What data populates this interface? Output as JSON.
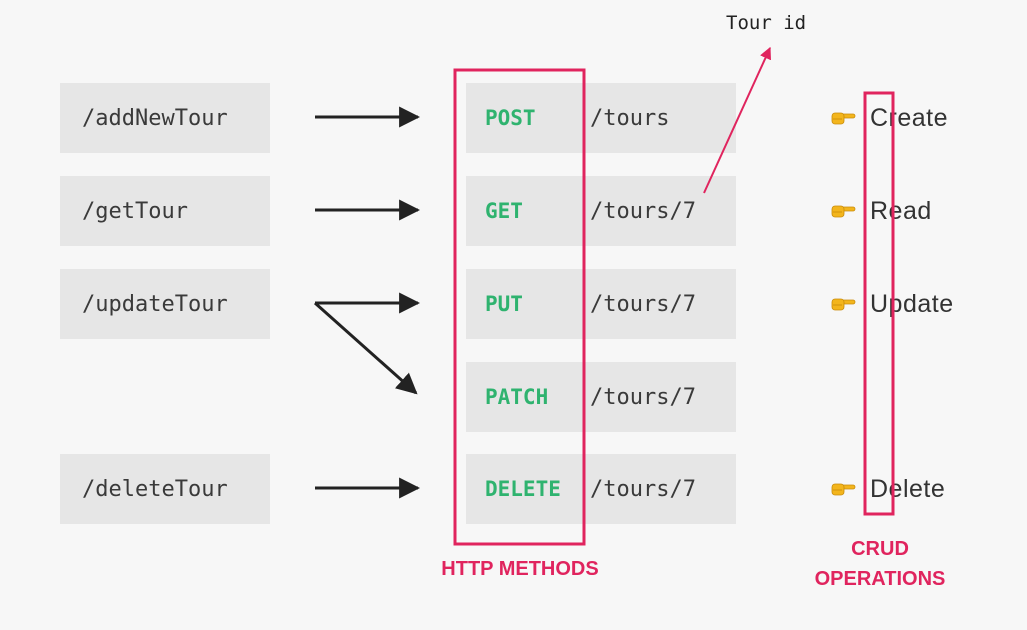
{
  "old_endpoints": [
    "/addNewTour",
    "/getTour",
    "/updateTour",
    "/deleteTour"
  ],
  "endpoints": [
    {
      "method": "POST",
      "path": "/tours"
    },
    {
      "method": "GET",
      "path": "/tours/7"
    },
    {
      "method": "PUT",
      "path": "/tours/7"
    },
    {
      "method": "PATCH",
      "path": "/tours/7"
    },
    {
      "method": "DELETE",
      "path": "/tours/7"
    }
  ],
  "crud": [
    "Create",
    "Read",
    "Update",
    "Delete"
  ],
  "annotations": {
    "tour_id": "Tour id",
    "http_methods": "HTTP METHODS",
    "crud_line1": "CRUD",
    "crud_line2": "OPERATIONS"
  },
  "colors": {
    "highlight": "#e0245e",
    "method": "#2fb36f",
    "hand": "#f3b51c",
    "arrow": "#222222"
  },
  "icons": {
    "pointer": "pointing-hand-icon"
  }
}
